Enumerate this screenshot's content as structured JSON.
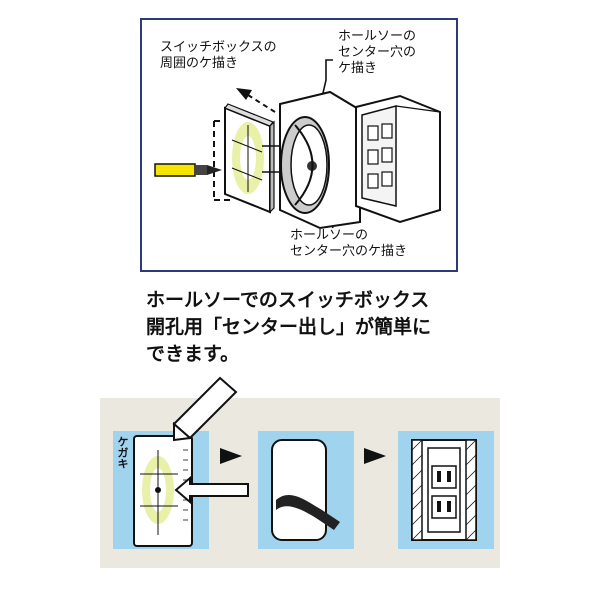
{
  "top_diagram": {
    "label_switchbox": "スイッチボックスの\n周囲のケ描き",
    "label_center_top": "ホールソーの\nセンター穴の\nケ描き",
    "label_center_bottom": "ホールソーの\nセンター穴のケ描き",
    "frame_color": "#2a3a7a",
    "highlight_color": "#e9f0a8",
    "pencil_color": "#f5e400"
  },
  "caption": "ホールソーでのスイッチボックス\n開孔用「センター出し」が簡単に\nできます。",
  "steps": {
    "step1_label": "ケガキ",
    "panel_color": "#9fd3ee",
    "band_color": "#ebe8e0"
  }
}
